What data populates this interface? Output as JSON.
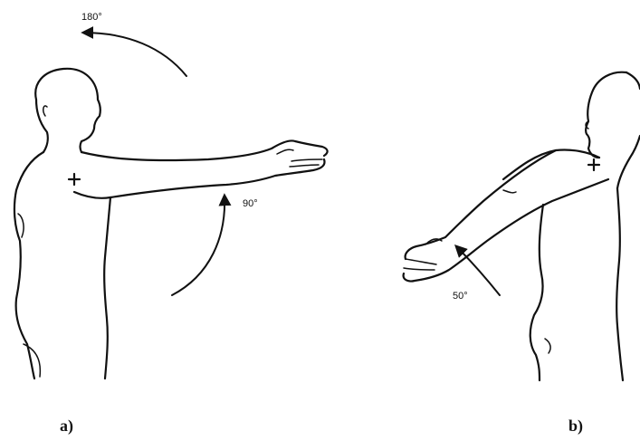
{
  "panels": [
    {
      "id": "a",
      "label": "a)",
      "angles": [
        "180°",
        "90°"
      ]
    },
    {
      "id": "b",
      "label": "b)",
      "angles": [
        "50°"
      ]
    }
  ]
}
